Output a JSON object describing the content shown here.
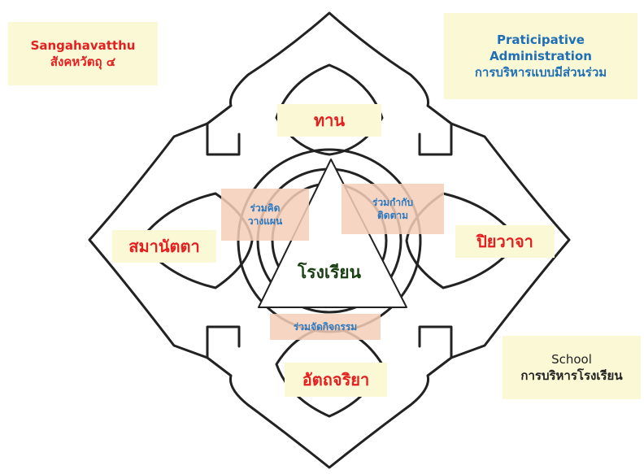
{
  "corners": {
    "top_left": {
      "line1": "Sangahavatthu",
      "line2": "สังคหวัตถุ ๔"
    },
    "top_right": {
      "line1": "Praticipative",
      "line2": "Administration",
      "line3": "การบริหารแบบมีส่วนร่วม"
    },
    "bottom_right": {
      "line1": "School",
      "line2": "การบริหารโรงเรียน"
    }
  },
  "petals": {
    "top": "ทาน",
    "left": "สมานัตตา",
    "right": "ปิยวาจา",
    "bottom": "อัตถจริยา"
  },
  "participation": {
    "left": {
      "line1": "ร่วมคิด",
      "line2": "วางแผน"
    },
    "right": {
      "line1": "ร่วมกำกับ",
      "line2": "ติดตาม"
    },
    "bottom": "ร่วมจัดกิจกรรม"
  },
  "center": "โรงเรียน",
  "colors": {
    "petal_text": "#e41f1f",
    "english_text": "#1f6fb5",
    "box_fill": "#fbf8d6",
    "chip_fill": "#f6ceb8"
  }
}
